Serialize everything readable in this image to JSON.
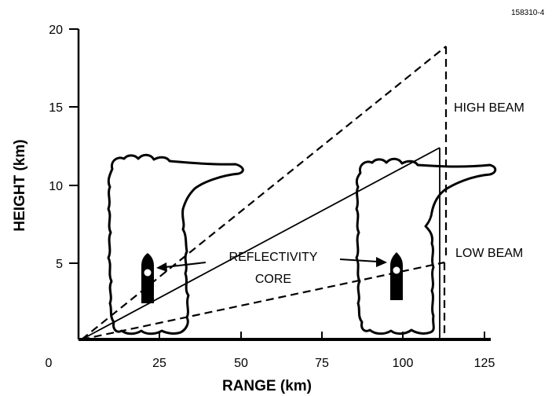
{
  "figure_id": "158310-4",
  "axes": {
    "x_title": "RANGE (km)",
    "y_title": "HEIGHT (km)",
    "x_ticks": [
      "0",
      "25",
      "50",
      "75",
      "100",
      "125"
    ],
    "y_ticks": [
      "5",
      "10",
      "15",
      "20"
    ],
    "x_range": [
      0,
      125
    ],
    "y_range": [
      0,
      20
    ]
  },
  "labels": {
    "high_beam": "HIGH BEAM",
    "low_beam": "LOW BEAM",
    "core_line1": "REFLECTIVITY",
    "core_line2": "CORE"
  },
  "beams": {
    "high_beam_top_km": [
      110,
      18.8
    ],
    "mid_line_top_km": [
      108,
      12.3
    ],
    "low_beam_top_km": [
      110,
      5.0
    ],
    "origin_km": [
      3,
      0
    ]
  }
}
